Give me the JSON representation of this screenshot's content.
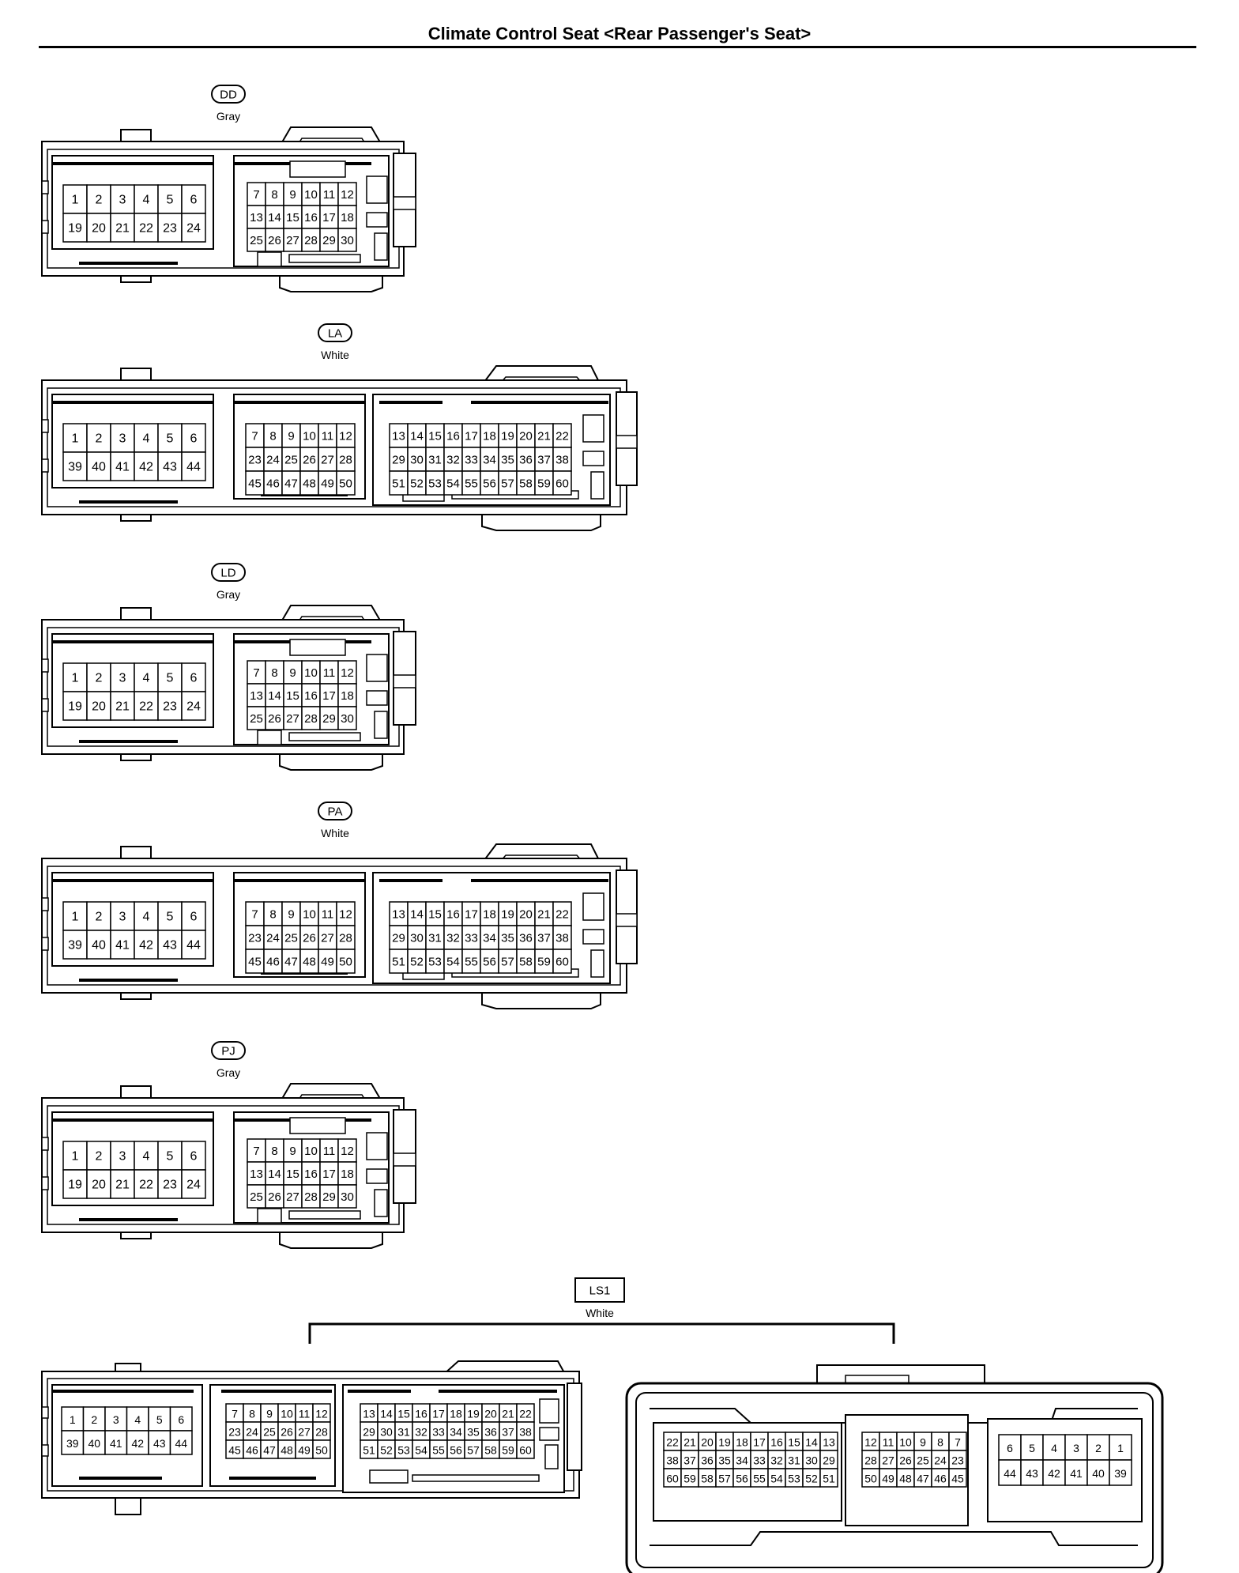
{
  "title": "Climate Control Seat <Rear Passenger's Seat>",
  "connectors": [
    {
      "code": "DD",
      "color": "Gray",
      "type": "A",
      "rows": [
        [
          "1",
          "2",
          "3",
          "4",
          "5",
          "6"
        ],
        [
          "19",
          "20",
          "21",
          "22",
          "23",
          "24"
        ],
        [
          "7",
          "8",
          "9",
          "10",
          "11",
          "12"
        ],
        [
          "13",
          "14",
          "15",
          "16",
          "17",
          "18"
        ],
        [
          "25",
          "26",
          "27",
          "28",
          "29",
          "30"
        ]
      ]
    },
    {
      "code": "LA",
      "color": "White",
      "type": "B",
      "rows": [
        [
          "1",
          "2",
          "3",
          "4",
          "5",
          "6"
        ],
        [
          "39",
          "40",
          "41",
          "42",
          "43",
          "44"
        ],
        [
          "7",
          "8",
          "9",
          "10",
          "11",
          "12"
        ],
        [
          "23",
          "24",
          "25",
          "26",
          "27",
          "28"
        ],
        [
          "45",
          "46",
          "47",
          "48",
          "49",
          "50"
        ],
        [
          "13",
          "14",
          "15",
          "16",
          "17",
          "18",
          "19",
          "20",
          "21",
          "22"
        ],
        [
          "29",
          "30",
          "31",
          "32",
          "33",
          "34",
          "35",
          "36",
          "37",
          "38"
        ],
        [
          "51",
          "52",
          "53",
          "54",
          "55",
          "56",
          "57",
          "58",
          "59",
          "60"
        ]
      ]
    },
    {
      "code": "LD",
      "color": "Gray",
      "type": "A",
      "rows": [
        [
          "1",
          "2",
          "3",
          "4",
          "5",
          "6"
        ],
        [
          "19",
          "20",
          "21",
          "22",
          "23",
          "24"
        ],
        [
          "7",
          "8",
          "9",
          "10",
          "11",
          "12"
        ],
        [
          "13",
          "14",
          "15",
          "16",
          "17",
          "18"
        ],
        [
          "25",
          "26",
          "27",
          "28",
          "29",
          "30"
        ]
      ]
    },
    {
      "code": "PA",
      "color": "White",
      "type": "B",
      "rows": [
        [
          "1",
          "2",
          "3",
          "4",
          "5",
          "6"
        ],
        [
          "39",
          "40",
          "41",
          "42",
          "43",
          "44"
        ],
        [
          "7",
          "8",
          "9",
          "10",
          "11",
          "12"
        ],
        [
          "23",
          "24",
          "25",
          "26",
          "27",
          "28"
        ],
        [
          "45",
          "46",
          "47",
          "48",
          "49",
          "50"
        ],
        [
          "13",
          "14",
          "15",
          "16",
          "17",
          "18",
          "19",
          "20",
          "21",
          "22"
        ],
        [
          "29",
          "30",
          "31",
          "32",
          "33",
          "34",
          "35",
          "36",
          "37",
          "38"
        ],
        [
          "51",
          "52",
          "53",
          "54",
          "55",
          "56",
          "57",
          "58",
          "59",
          "60"
        ]
      ]
    },
    {
      "code": "PJ",
      "color": "Gray",
      "type": "A",
      "rows": [
        [
          "1",
          "2",
          "3",
          "4",
          "5",
          "6"
        ],
        [
          "19",
          "20",
          "21",
          "22",
          "23",
          "24"
        ],
        [
          "7",
          "8",
          "9",
          "10",
          "11",
          "12"
        ],
        [
          "13",
          "14",
          "15",
          "16",
          "17",
          "18"
        ],
        [
          "25",
          "26",
          "27",
          "28",
          "29",
          "30"
        ]
      ]
    }
  ],
  "ls1": {
    "code": "LS1",
    "color": "White",
    "male_rows": [
      [
        "1",
        "2",
        "3",
        "4",
        "5",
        "6"
      ],
      [
        "39",
        "40",
        "41",
        "42",
        "43",
        "44"
      ],
      [
        "7",
        "8",
        "9",
        "10",
        "11",
        "12"
      ],
      [
        "23",
        "24",
        "25",
        "26",
        "27",
        "28"
      ],
      [
        "45",
        "46",
        "47",
        "48",
        "49",
        "50"
      ],
      [
        "13",
        "14",
        "15",
        "16",
        "17",
        "18",
        "19",
        "20",
        "21",
        "22"
      ],
      [
        "29",
        "30",
        "31",
        "32",
        "33",
        "34",
        "35",
        "36",
        "37",
        "38"
      ],
      [
        "51",
        "52",
        "53",
        "54",
        "55",
        "56",
        "57",
        "58",
        "59",
        "60"
      ]
    ],
    "female_rows": [
      [
        "22",
        "21",
        "20",
        "19",
        "18",
        "17",
        "16",
        "15",
        "14",
        "13"
      ],
      [
        "38",
        "37",
        "36",
        "35",
        "34",
        "33",
        "32",
        "31",
        "30",
        "29"
      ],
      [
        "60",
        "59",
        "58",
        "57",
        "56",
        "55",
        "54",
        "53",
        "52",
        "51"
      ],
      [
        "12",
        "11",
        "10",
        "9",
        "8",
        "7"
      ],
      [
        "28",
        "27",
        "26",
        "25",
        "24",
        "23"
      ],
      [
        "50",
        "49",
        "48",
        "47",
        "46",
        "45"
      ],
      [
        "6",
        "5",
        "4",
        "3",
        "2",
        "1"
      ],
      [
        "44",
        "43",
        "42",
        "41",
        "40",
        "39"
      ]
    ]
  }
}
